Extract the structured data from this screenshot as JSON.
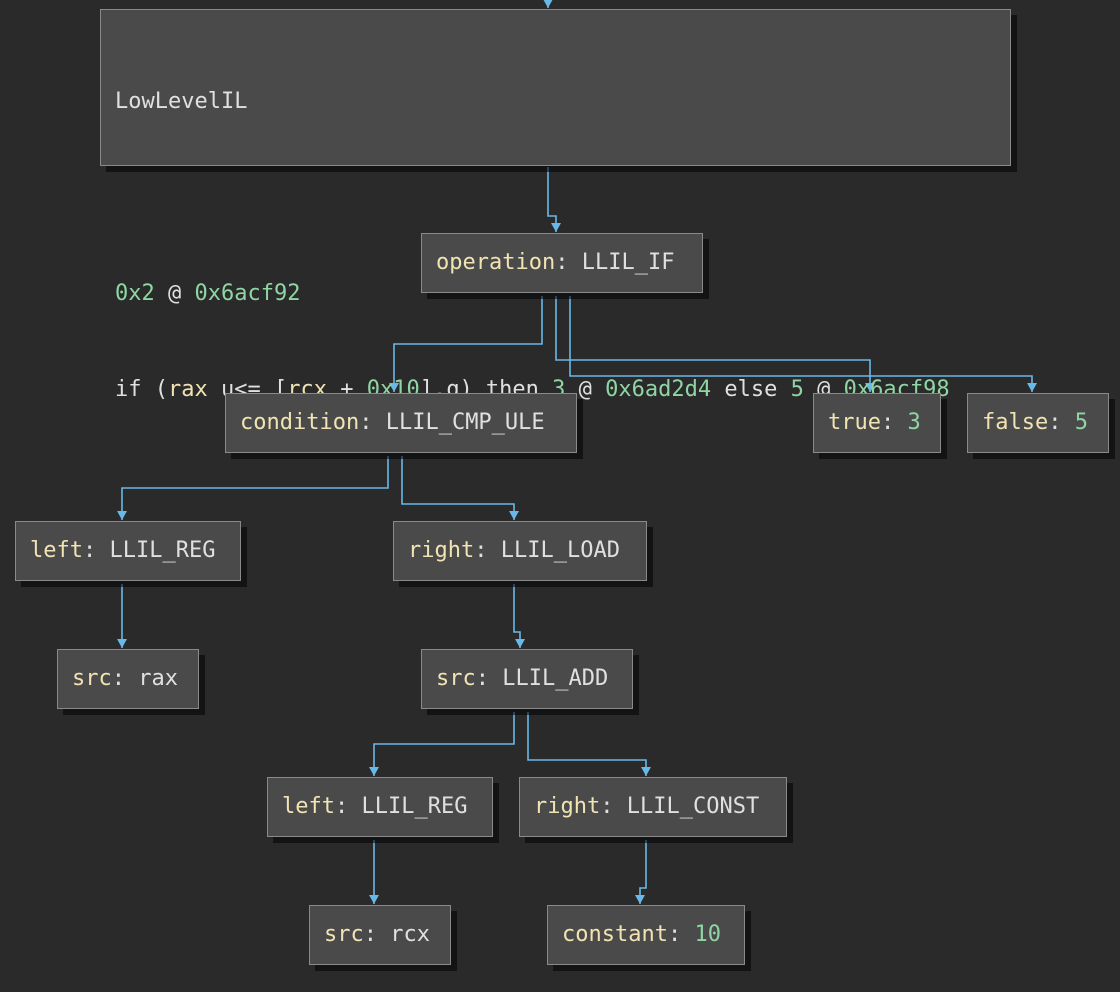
{
  "header": {
    "title": "LowLevelIL",
    "index": "0x2",
    "at": " @ ",
    "address": "0x6acf92",
    "instr": {
      "p1": "if (",
      "rax": "rax",
      "p2": " u<= [",
      "rcx": "rcx",
      "p3": " + ",
      "off": "0x10",
      "p4": "].q) then ",
      "true_idx": "3",
      "p5": " @ ",
      "true_addr": "0x6ad2d4",
      "p6": " else ",
      "false_idx": "5",
      "p7": " @ ",
      "false_addr": "0x6acf98"
    }
  },
  "sep": ": ",
  "nodes": {
    "operation": {
      "key": "operation",
      "value": "LLIL_IF"
    },
    "condition": {
      "key": "condition",
      "value": "LLIL_CMP_ULE"
    },
    "true_node": {
      "key": "true",
      "value": "3"
    },
    "false_node": {
      "key": "false",
      "value": "5"
    },
    "left1": {
      "key": "left",
      "value": "LLIL_REG"
    },
    "right1": {
      "key": "right",
      "value": "LLIL_LOAD"
    },
    "src_rax": {
      "key": "src",
      "value": "rax"
    },
    "src_add": {
      "key": "src",
      "value": "LLIL_ADD"
    },
    "left2": {
      "key": "left",
      "value": "LLIL_REG"
    },
    "right2": {
      "key": "right",
      "value": "LLIL_CONST"
    },
    "src_rcx": {
      "key": "src",
      "value": "rcx"
    },
    "constant": {
      "key": "constant",
      "value": "10"
    }
  },
  "colors": {
    "background": "#2a2a2a",
    "node_fill": "#4a4a4a",
    "node_border": "#8a8a8a",
    "edge": "#6ab8e8",
    "field_name": "#f2e3b3",
    "number": "#8fd6a4",
    "text": "#e0e0e0"
  }
}
